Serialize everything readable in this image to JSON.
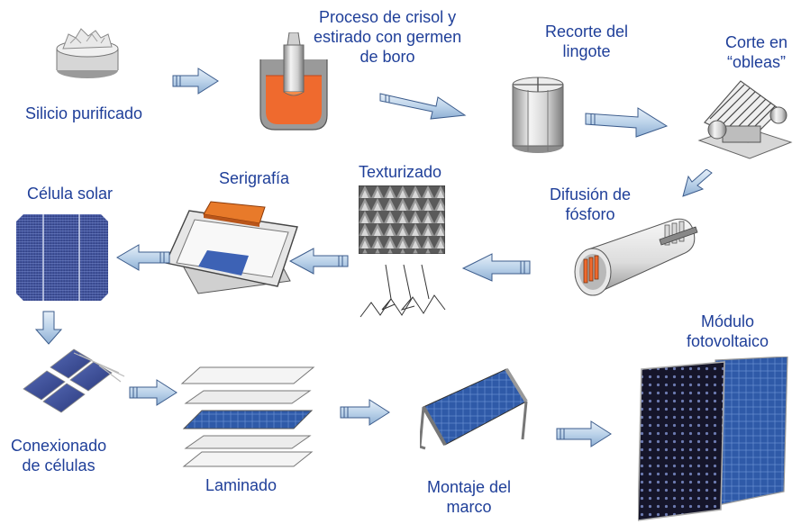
{
  "labels": {
    "silicio": "Silicio purificado",
    "crisol_l1": "Proceso de crisol   y",
    "crisol_l2": "estirado con germen",
    "crisol_l3": "de boro",
    "recorte_l1": "Recorte del",
    "recorte_l2": "lingote",
    "corte_l1": "Corte en",
    "corte_l2": "“obleas”",
    "difusion_l1": "Difusión de",
    "difusion_l2": "fósforo",
    "texturizado": "Texturizado",
    "serigrafia": "Serigrafía",
    "celula": "Célula solar",
    "conexionado_l1": "Conexionado",
    "conexionado_l2": "de células",
    "laminado": "Laminado",
    "montaje_l1": "Montaje del",
    "montaje_l2": "marco",
    "modulo_l1": "Módulo",
    "modulo_l2": "fotovoltaico"
  },
  "colors": {
    "label_text": "#1f3f99",
    "arrow_fill": "#bcd3ea",
    "arrow_stroke": "#3c5c8c",
    "crucible_melt": "#ef6a2e",
    "cell_blue": "#3b4f9a",
    "panel_dark": "#1a1a2a",
    "panel_blue": "#2f5aa8",
    "squeegee_orange": "#e87a2a"
  }
}
